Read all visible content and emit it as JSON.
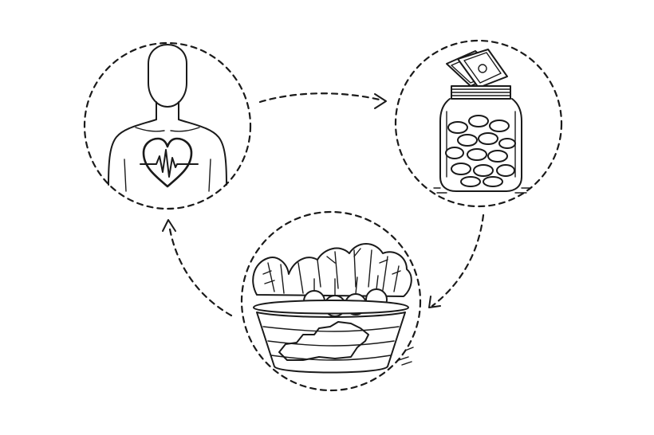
{
  "diagram": {
    "type": "cycle",
    "nodes": [
      {
        "id": "health",
        "icon": "person-with-heart-icon"
      },
      {
        "id": "savings",
        "icon": "money-jar-icon"
      },
      {
        "id": "produce",
        "icon": "vegetable-basket-kentucky-icon"
      }
    ],
    "edges": [
      {
        "from": "health",
        "to": "savings"
      },
      {
        "from": "savings",
        "to": "produce"
      },
      {
        "from": "produce",
        "to": "health"
      }
    ],
    "colors": {
      "ink": "#1a1a1a",
      "background": "#ffffff"
    }
  }
}
